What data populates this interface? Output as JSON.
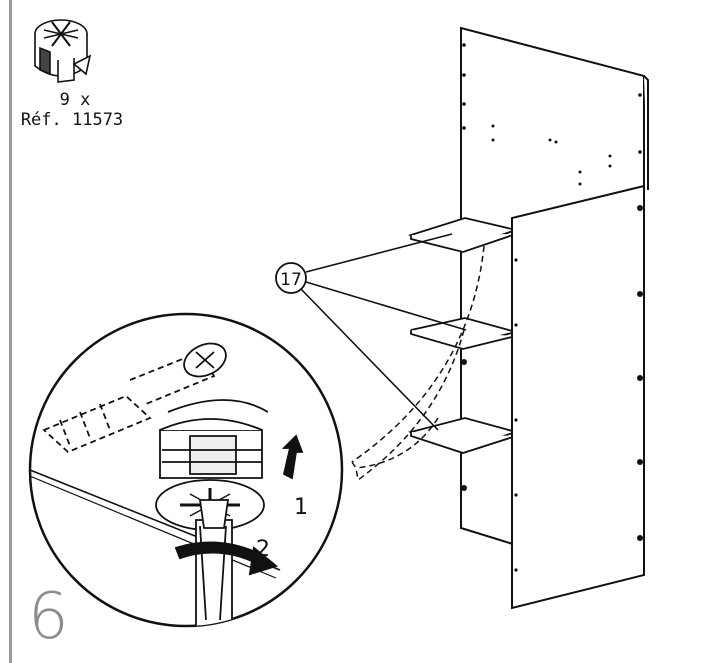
{
  "parts": {
    "quantity": "9 x",
    "reference": "Réf. 11573"
  },
  "callouts": {
    "shelf_part": "17",
    "arrow_1": "1",
    "arrow_2": "2"
  },
  "step": {
    "number": "6"
  }
}
